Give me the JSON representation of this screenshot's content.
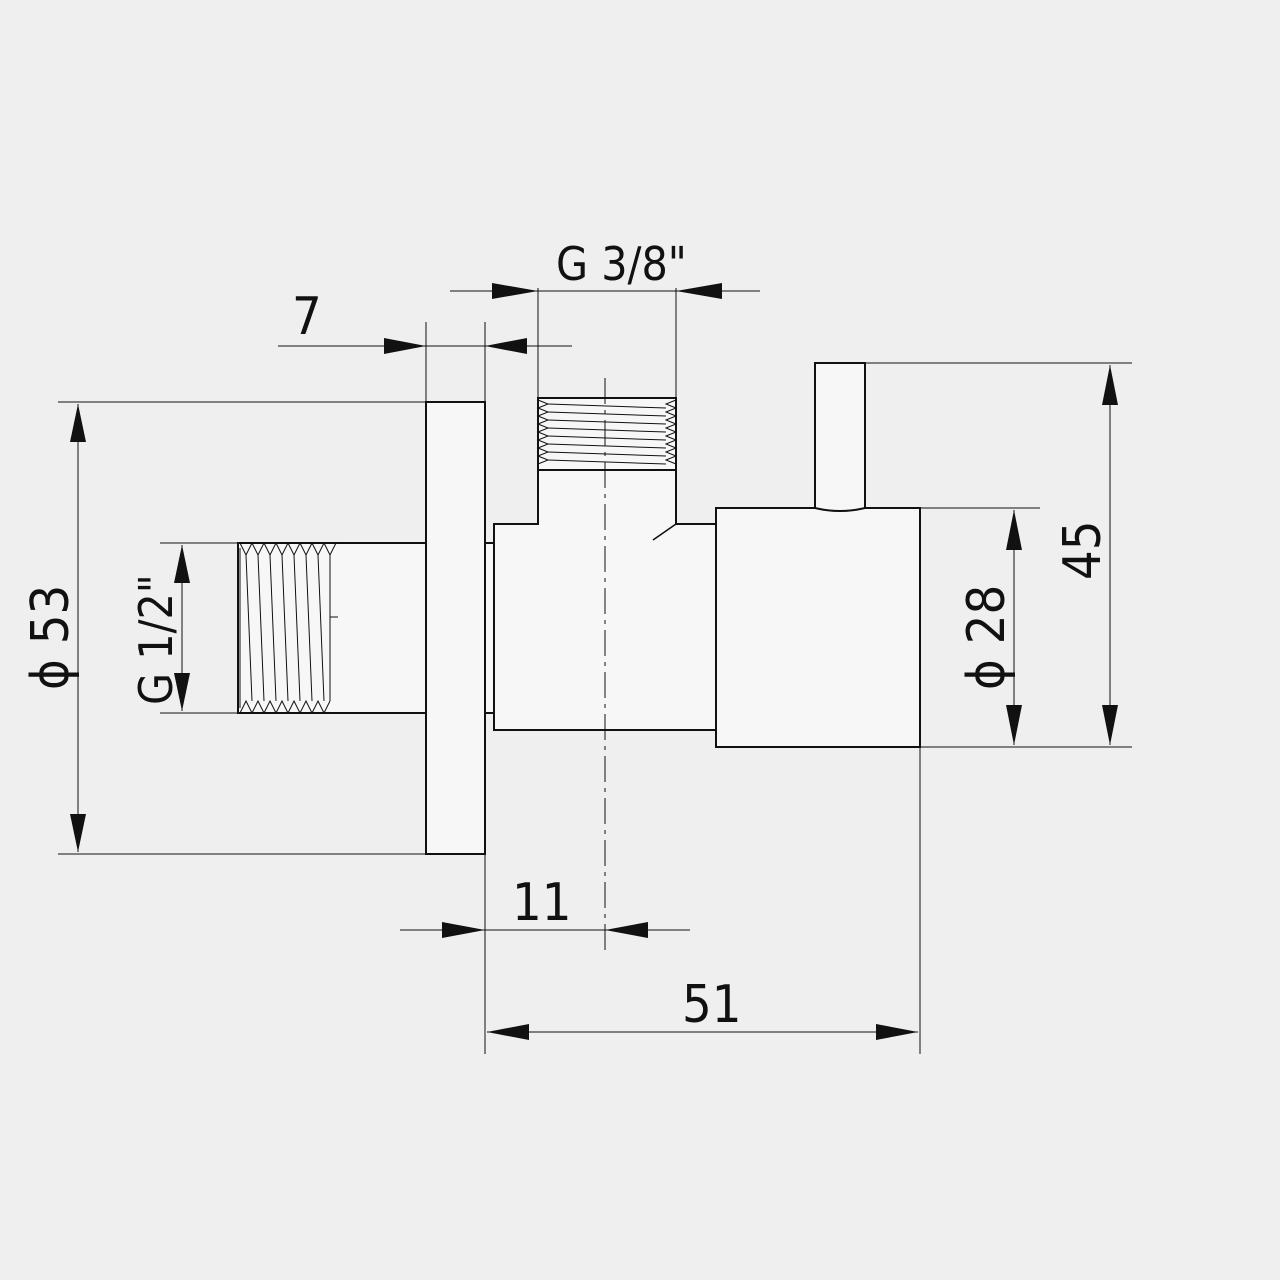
{
  "dimensions": {
    "flange_diameter": "ϕ 53",
    "inlet_thread": "G 1/2\"",
    "outlet_thread": "G 3/8\"",
    "flange_thickness": "7",
    "outlet_offset": "11",
    "overall_length": "51",
    "handle_diameter": "ϕ 28",
    "overall_height": "45"
  }
}
